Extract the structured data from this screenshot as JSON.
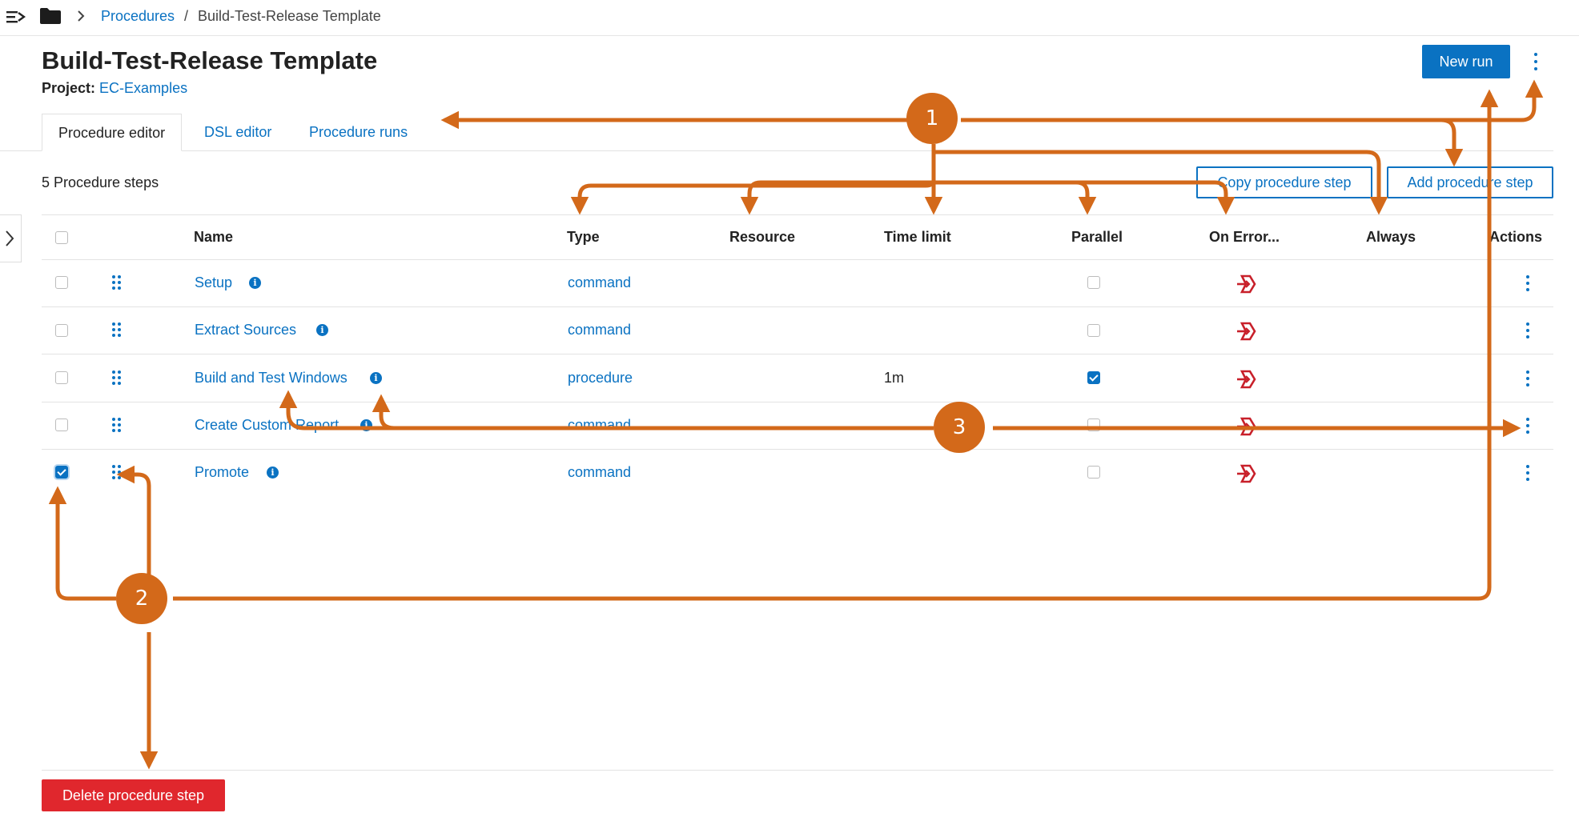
{
  "breadcrumb": {
    "root": "Procedures",
    "separator": "/",
    "current": "Build-Test-Release Template"
  },
  "header": {
    "title": "Build-Test-Release Template",
    "project_label": "Project:",
    "project_value": "EC-Examples",
    "new_run_label": "New run"
  },
  "tabs": [
    {
      "label": "Procedure editor",
      "active": true
    },
    {
      "label": "DSL editor",
      "active": false
    },
    {
      "label": "Procedure runs",
      "active": false
    }
  ],
  "toolbar": {
    "step_count": "5 Procedure steps",
    "copy_label": "Copy procedure step",
    "add_label": "Add procedure step",
    "delete_label": "Delete procedure step"
  },
  "table": {
    "columns": [
      "Name",
      "Type",
      "Resource",
      "Time limit",
      "Parallel",
      "On Error...",
      "Always",
      "Actions"
    ],
    "rows": [
      {
        "name": "Setup",
        "type": "command",
        "time_limit": "",
        "selected": false,
        "parallel": false
      },
      {
        "name": "Extract Sources",
        "type": "command",
        "time_limit": "",
        "selected": false,
        "parallel": false
      },
      {
        "name": "Build and Test Windows",
        "type": "procedure",
        "time_limit": "1m",
        "selected": false,
        "parallel": true
      },
      {
        "name": "Create Custom Report",
        "type": "command",
        "time_limit": "",
        "selected": false,
        "parallel": false
      },
      {
        "name": "Promote",
        "type": "command",
        "time_limit": "",
        "selected": true,
        "parallel": false
      }
    ]
  },
  "callouts": {
    "one": "1",
    "two": "2",
    "three": "3"
  },
  "colors": {
    "accent": "#0a72c2",
    "annotation": "#d3691a",
    "danger": "#e0272d",
    "error_icon": "#c8202a"
  },
  "icons": {
    "menu": "menu-collapse-icon",
    "folder": "folder-icon",
    "chevron": "chevron-right-icon",
    "info": "info-icon",
    "drag": "drag-handle-icon",
    "kebab": "kebab-menu-icon",
    "on_error": "on-error-icon"
  }
}
